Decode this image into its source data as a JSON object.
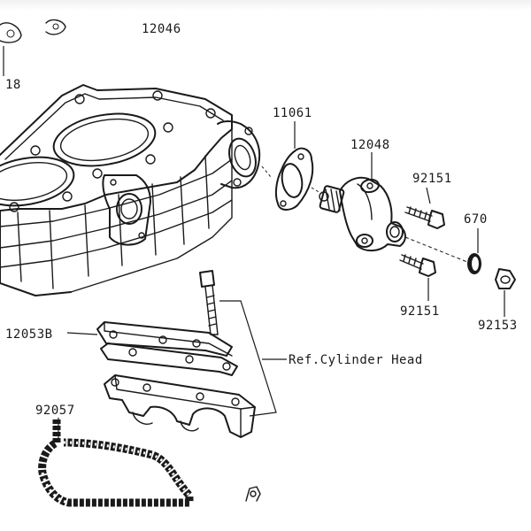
{
  "labels": {
    "top_partial": "12046",
    "left_partial": "18",
    "gasket": "11061",
    "tensioner": "12048",
    "bolt_upper": "92151",
    "bolt_lower": "92151",
    "oring": "670",
    "nut": "92153",
    "guide": "12053B",
    "ref_note": "Ref.Cylinder Head",
    "chain": "92057"
  }
}
